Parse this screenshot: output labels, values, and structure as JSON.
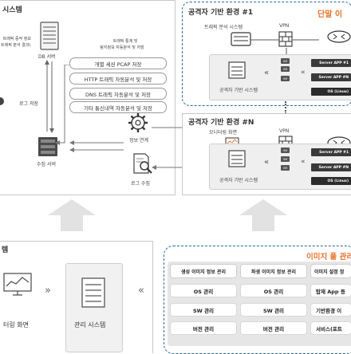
{
  "main_panel": {
    "title": "시스템",
    "db_note": "트래픽 분석 결과(보안 취약점 정보)",
    "db_note2": "트래픽 증적 정보",
    "db_server": "DB 서버",
    "log_store": "로그 저장",
    "collect_server": "수집 서버",
    "stats_note_1": "트래픽 통계 및",
    "stats_note_2": "탐지정보 자동분석 및 저장",
    "pills": [
      "개별 세션 PCAP 저장",
      "HTTP 트래픽 자동분석 및 저장",
      "DNS 트래픽 자동분석 및 저장",
      "기타 통신내역 자동분석 및 저장"
    ],
    "info_link": "정보 연계",
    "log_collect": "로그 수집"
  },
  "env1": {
    "title": "공격자 기반 환경 #1",
    "badge": "단말 이",
    "traffic_system": "트래픽 분석 시스템",
    "vpn": "VPN",
    "system_label": "공격자 기반 시스템",
    "vm_label": "VM",
    "server1": "Server APP #1",
    "server2": "Server APP #N",
    "os": "OS (Linux)"
  },
  "envN": {
    "title": "공격자 기반 환경 #N",
    "monitor": "모니터링 화면",
    "vpn": "VPN",
    "system_label": "공격자 기반 시스템",
    "vm_label": "VM",
    "server1": "Server APP #1",
    "server2": "Server APP #N",
    "os": "OS (Linux)"
  },
  "bottom_left": {
    "title": "템",
    "monitor_label": "터링 화면",
    "mgmt_label": "관리 시스템"
  },
  "image_pool": {
    "title": "이미지 풀 관리",
    "col1_head": "생성 이미지 정보 관리",
    "col2_head": "파생 이미지 정보 관리",
    "col3_head": "이미지 설정 정",
    "col1": [
      "OS 관리",
      "SW 관리",
      "버전 관리"
    ],
    "col2": [
      "OS 관리",
      "SW 관리",
      "버전 관리"
    ],
    "col3": [
      "탑재 App 등",
      "기반환경 이",
      "서비스(포트"
    ]
  },
  "colors": {
    "accent_orange": "#e8732a",
    "dash_blue": "#2a6a9a",
    "dark": "#2b2b2b"
  }
}
